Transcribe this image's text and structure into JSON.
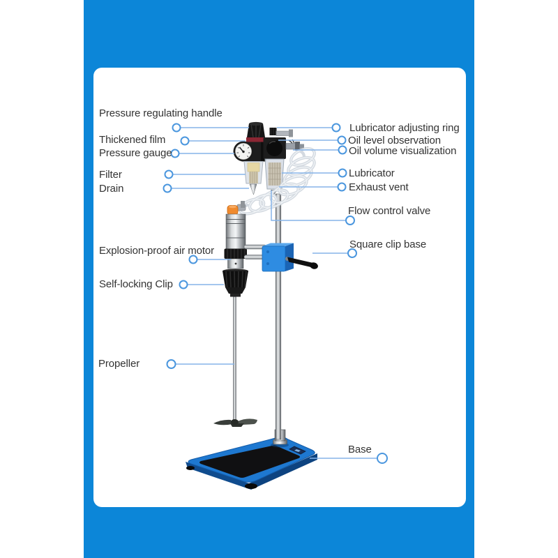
{
  "theme": {
    "background_blue": "#0c86d8",
    "panel_white": "#ffffff",
    "label_text_color": "#333333",
    "leader_line_color": "#85b4e9",
    "connector_ring_color": "#4a96de",
    "base_blue": "#1e78d0",
    "clamp_blue": "#2e8ce2",
    "motor_cap_orange": "#f08a2e",
    "regulator_band_red": "#8b2633"
  },
  "diagram": {
    "subject": "explosion-proof pneumatic lab stirrer with air filter-regulator-lubricator unit",
    "labels": [
      {
        "id": "pressure-regulating-handle",
        "text": "Pressure regulating handle",
        "side": "left"
      },
      {
        "id": "thickened-film",
        "text": "Thickened film",
        "side": "left"
      },
      {
        "id": "pressure-gauge",
        "text": "Pressure gauge",
        "side": "left"
      },
      {
        "id": "filter",
        "text": "Filter",
        "side": "left"
      },
      {
        "id": "drain",
        "text": "Drain",
        "side": "left"
      },
      {
        "id": "explosion-proof-air-motor",
        "text": "Explosion-proof air motor",
        "side": "left"
      },
      {
        "id": "self-locking-clip",
        "text": "Self-locking Clip",
        "side": "left"
      },
      {
        "id": "propeller",
        "text": "Propeller",
        "side": "left"
      },
      {
        "id": "lubricator-adjusting-ring",
        "text": "Lubricator adjusting ring",
        "side": "right"
      },
      {
        "id": "oil-level-observation",
        "text": "Oil level observation",
        "side": "right"
      },
      {
        "id": "oil-volume-visualization",
        "text": "Oil volume visualization",
        "side": "right"
      },
      {
        "id": "lubricator",
        "text": "Lubricator",
        "side": "right"
      },
      {
        "id": "exhaust-vent",
        "text": "Exhaust vent",
        "side": "right"
      },
      {
        "id": "flow-control-valve",
        "text": "Flow control valve",
        "side": "right"
      },
      {
        "id": "square-clip-base",
        "text": "Square clip base",
        "side": "right"
      },
      {
        "id": "base",
        "text": "Base",
        "side": "right"
      }
    ]
  }
}
